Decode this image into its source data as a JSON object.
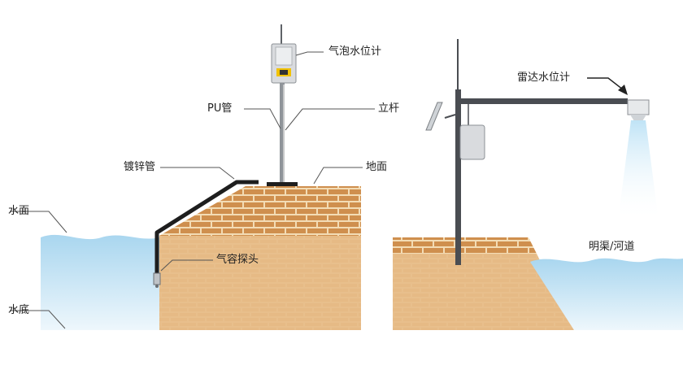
{
  "labels": {
    "bubble_gauge": "气泡水位计",
    "pu_tube": "PU管",
    "pole": "立杆",
    "galvanized_pipe": "镀锌管",
    "ground": "地面",
    "water_surface": "水面",
    "probe": "气容探头",
    "water_bottom": "水底",
    "radar_gauge": "雷达水位计",
    "channel": "明渠/河道"
  },
  "colors": {
    "water_top": "#a9d6ef",
    "water_bottom": "#eef7fc",
    "soil": "#e8bf8c",
    "brick": "#cf8f4e",
    "mortar": "#f3dcb5",
    "pole": "#8f9499",
    "pipe": "#1e1e1e",
    "beam": "#4a4d52",
    "radar_beam": "#bfe3f6",
    "device": "#d9dbde",
    "display": "#f2c200"
  }
}
